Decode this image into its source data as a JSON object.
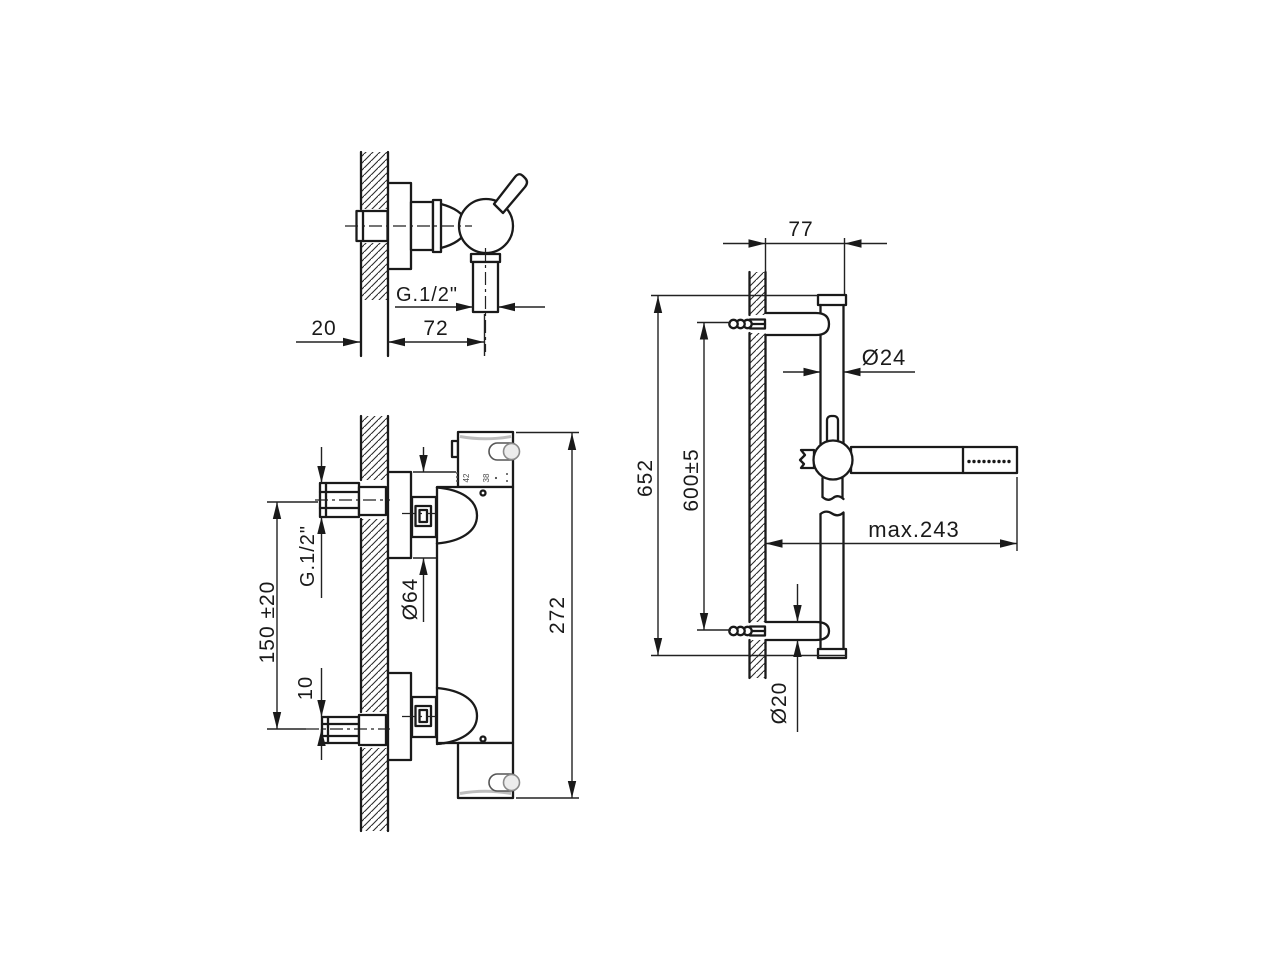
{
  "drawing": {
    "background": "#ffffff",
    "line_color": "#1a1a1a"
  },
  "views": {
    "valve_side_view": {
      "labels": {
        "wall_thickness": "20",
        "valve_depth": "72",
        "outlet_thread": "G.1/2\""
      }
    },
    "mixer_front_view": {
      "labels": {
        "inlet_spacing": "150 ±20",
        "inlet_offset": "10",
        "inlet_thread": "G.1/2\"",
        "escutcheon_diameter": "Ø64",
        "body_length": "272"
      },
      "temperature_scale": {
        "mark_a": "42",
        "mark_b": "38"
      }
    },
    "rail_side_view": {
      "labels": {
        "bracket_depth": "77",
        "rail_total_length": "652",
        "mounting_hole_spacing": "600±5",
        "rail_diameter": "Ø24",
        "handshower_reach": "max.243",
        "bracket_diameter": "Ø20"
      }
    }
  }
}
